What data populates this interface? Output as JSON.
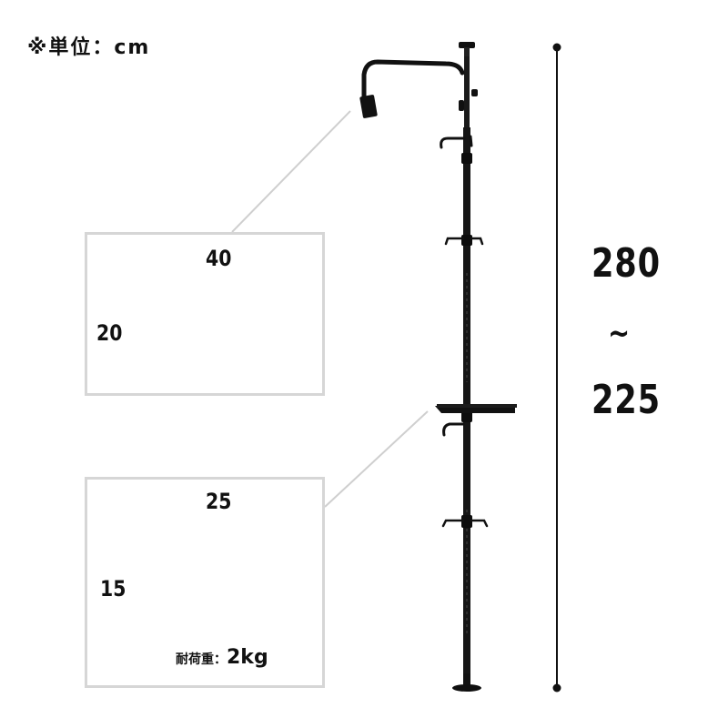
{
  "unit_note": "※単位：cm",
  "height_range": {
    "max": "280",
    "separator": "~",
    "min": "225"
  },
  "arm_detail": {
    "width": "40",
    "height": "20"
  },
  "tray_detail": {
    "width": "25",
    "height": "15",
    "load_label": "耐荷重：",
    "load_value": "2kg"
  }
}
